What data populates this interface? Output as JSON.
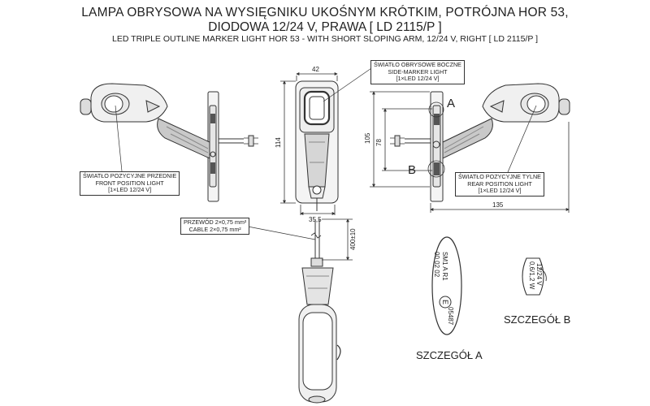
{
  "title": {
    "line1": "LAMPA OBRYSOWA NA WYSIĘGNIKU UKOŚNYM KRÓTKIM, POTRÓJNA HOR 53,",
    "line2": "DIODOWA 12/24 V, PRAWA [ LD 2115/P ]",
    "line3": "LED TRIPLE OUTLINE MARKER LIGHT HOR 53 - WITH SHORT SLOPING ARM, 12/24 V, RIGHT [ LD 2115/P ]"
  },
  "dimensions": {
    "width_top": "42",
    "height_114": "114",
    "width_bottom": "35,5",
    "height_105": "105",
    "height_78": "78",
    "width_135": "135",
    "cable_length": "400±10"
  },
  "callouts": {
    "side_marker": {
      "line1": "ŚWIATŁO OBRYSOWE BOCZNE",
      "line2": "SIDE-MARKER LIGHT",
      "line3": "[1×LED 12/24 V]"
    },
    "front_position": {
      "line1": "ŚWIATŁO POZYCYJNE PRZEDNIE",
      "line2": "FRONT POSITION LIGHT",
      "line3": "[1×LED 12/24 V]"
    },
    "rear_position": {
      "line1": "ŚWIATŁO POZYCYJNE TYLNE",
      "line2": "REAR POSITION LIGHT",
      "line3": "[1×LED 12/24 V]"
    },
    "cable": {
      "line1": "PRZEWÓD 2×0,75 mm²",
      "line2": "CABLE 2×0,75 mm²"
    }
  },
  "markers": {
    "a": "A",
    "b": "B"
  },
  "details": {
    "a_title": "SZCZEGÓŁ A",
    "b_title": "SZCZEGÓŁ B"
  },
  "detail_a_text": {
    "l1": "SM1  A  R1",
    "l2": "00  02  02",
    "cert": "E",
    "code": "05487"
  },
  "detail_b_text": {
    "l1": "12/24 V",
    "l2": "0,6/1,2 W"
  }
}
